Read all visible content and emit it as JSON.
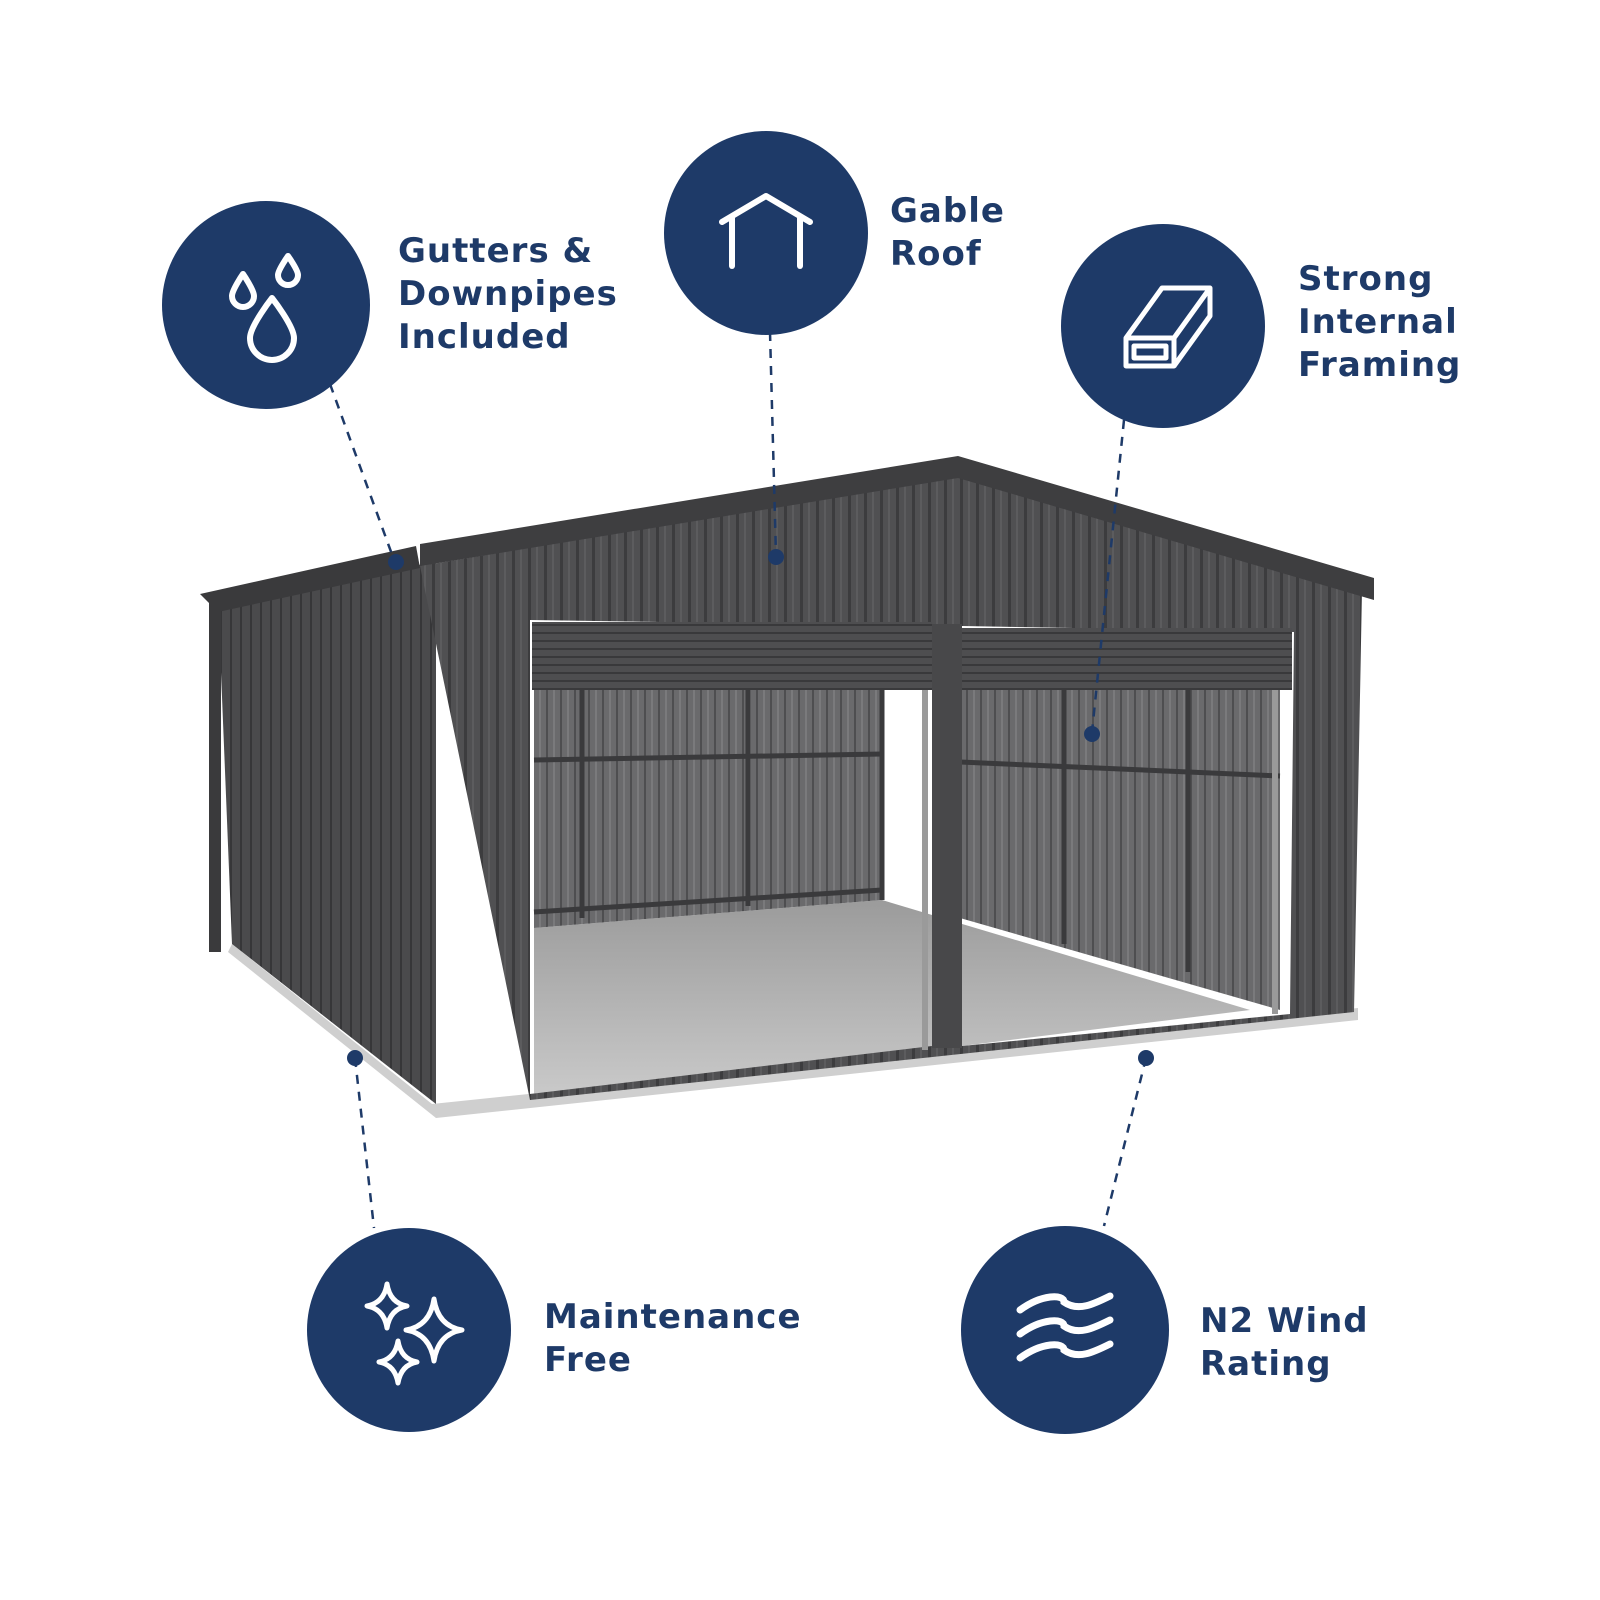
{
  "colors": {
    "accent": "#1e3a68",
    "background": "#ffffff",
    "shed": "#4a4a4c"
  },
  "features": [
    {
      "id": "gutters",
      "icon": "water-drops-icon",
      "lines": [
        "Gutters &",
        "Downpipes",
        "Included"
      ]
    },
    {
      "id": "gable-roof",
      "icon": "house-outline-icon",
      "lines": [
        "Gable",
        "Roof"
      ]
    },
    {
      "id": "framing",
      "icon": "steel-beam-icon",
      "lines": [
        "Strong",
        "Internal",
        "Framing"
      ]
    },
    {
      "id": "maintenance",
      "icon": "sparkles-icon",
      "lines": [
        "Maintenance",
        "Free"
      ]
    },
    {
      "id": "wind",
      "icon": "wind-waves-icon",
      "lines": [
        "N2 Wind",
        "Rating"
      ]
    }
  ]
}
